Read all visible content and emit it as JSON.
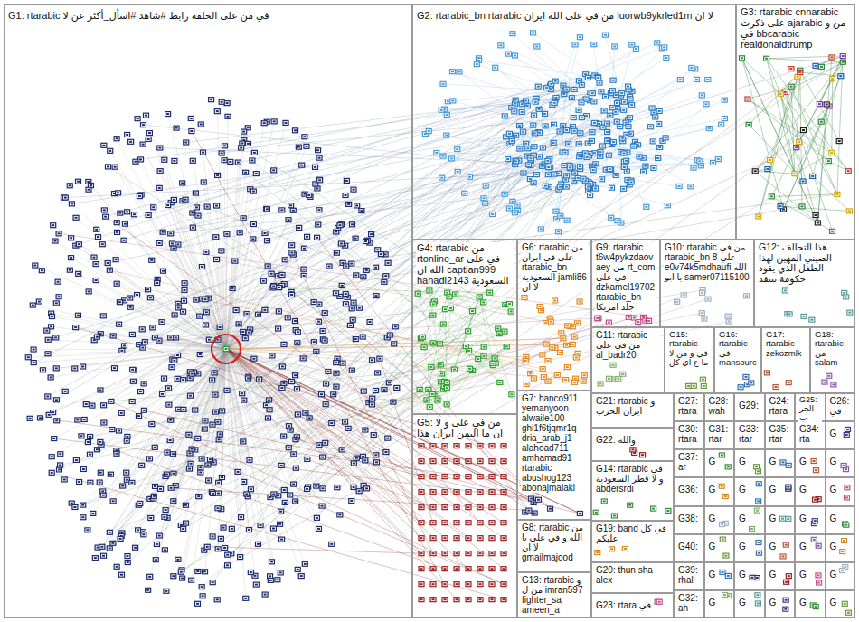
{
  "diagram": {
    "nodes": [
      {
        "text": [
          "G1: rtarabic في من على الحلقة رابط #شاهد #اسأل_أكثر عن لا"
        ]
      },
      {
        "text": [
          "G2: rtarabic_bn rtarabic من في على الله ايران luorwb9ykrled1m لا ان"
        ]
      },
      {
        "text": [
          "G3: rtarabic cnnarabic على ذكرت ajarabic من و في bbcarabic realdonaldtrump"
        ]
      },
      {
        "text": [
          "G4: rtarabic من rtonline_ar في على الله ان captian999 hanadi2143 السعودية"
        ]
      },
      {
        "text": [
          "G5: من في على و لا ان ما اليمن ايران هذا"
        ]
      },
      {
        "text": [
          "G6: rtarabic من على في ايران rtarabic_bn السعودية jamli86 لا ان"
        ]
      },
      {
        "text": [
          "G7: hanco911 yemanyoon alwaile100 ghi1f6tjqmr1q dria_arab_j1 alahoad711 amhamad91 rtarabic abushog123 abonajmalakl"
        ]
      },
      {
        "text": [
          "G8: rtarabic من الله و في على يا لا ان gmailmajood"
        ]
      },
      {
        "text": [
          "G9: rtarabic t6w4pykzdaovaey من rt_com في على dzkamel19702 rtarabic_bn جلد امريكا"
        ]
      },
      {
        "text": [
          "G10: rtarabic من في rtarabic_bn 8 علي e0v74k5mdhaufi الله يا ابو samer07115100"
        ]
      },
      {
        "text": [
          "G11: rtarabic من في على al_badr20"
        ]
      },
      {
        "text": [
          "G12: هذا التحالف الصيني المهين لهذا الطفل الذي يقود حكومة تنتقد"
        ]
      },
      {
        "text": [
          "G13: rtarabic و من ل imran597 fighter_sa ameen_a"
        ]
      },
      {
        "text": [
          "G14: rtarabic في و لا قطر السعودية abdersrdi"
        ]
      },
      {
        "text": [
          "G15: rtarabic في و من لا ما ع اي كل"
        ]
      },
      {
        "text": [
          "G16: rtarabic في mansourc"
        ]
      },
      {
        "text": [
          "G17: rtarabic zekozmlk"
        ]
      },
      {
        "text": [
          "G18: rtarabic من salam"
        ]
      },
      {
        "text": [
          "G19: band في كل عليكم"
        ]
      },
      {
        "text": [
          "G20: thun sha alex"
        ]
      },
      {
        "text": [
          "G21: rtarabic و ايران الحرب"
        ]
      },
      {
        "text": [
          "G22: والله"
        ]
      },
      {
        "text": [
          "G23: rtara في"
        ]
      },
      {
        "text": [
          "G24: rtara"
        ]
      },
      {
        "text": [
          "G25: الحرب"
        ]
      },
      {
        "text": [
          "G26: في"
        ]
      },
      {
        "text": [
          "G27: rtara"
        ]
      },
      {
        "text": [
          "G28: wah"
        ]
      },
      {
        "text": [
          "G29:"
        ]
      },
      {
        "text": [
          "G30: rtara"
        ]
      },
      {
        "text": [
          "G31: rtar"
        ]
      },
      {
        "text": [
          "G32: ah"
        ]
      },
      {
        "text": [
          "G33: rtar"
        ]
      },
      {
        "text": [
          "G34: rta"
        ]
      },
      {
        "text": [
          "G35: rtar"
        ]
      },
      {
        "text": [
          "G36:"
        ]
      },
      {
        "text": [
          "G37: ar"
        ]
      },
      {
        "text": [
          "G38:"
        ]
      },
      {
        "text": [
          "G39: rhal"
        ]
      },
      {
        "text": [
          "G40:"
        ]
      },
      {
        "text": [
          "G"
        ]
      },
      {
        "text": [
          "G"
        ]
      },
      {
        "text": [
          "G"
        ]
      },
      {
        "text": [
          "G"
        ]
      },
      {
        "text": [
          "G"
        ]
      },
      {
        "text": [
          "G"
        ]
      },
      {
        "text": [
          "G"
        ]
      },
      {
        "text": [
          "G"
        ]
      },
      {
        "text": [
          "G"
        ]
      },
      {
        "text": [
          "G"
        ]
      },
      {
        "text": [
          "G"
        ]
      },
      {
        "text": [
          "G"
        ]
      },
      {
        "text": [
          "G"
        ]
      },
      {
        "text": [
          "G"
        ]
      },
      {
        "text": [
          "G"
        ]
      },
      {
        "text": [
          "G"
        ]
      },
      {
        "text": [
          "G"
        ]
      },
      {
        "text": [
          "G"
        ]
      },
      {
        "text": [
          "G"
        ]
      },
      {
        "text": [
          "G"
        ]
      },
      {
        "text": [
          "G"
        ]
      },
      {
        "text": [
          "G"
        ]
      },
      {
        "text": [
          "G"
        ]
      },
      {
        "text": [
          "G"
        ]
      },
      {
        "text": [
          "G"
        ]
      },
      {
        "text": [
          "G"
        ]
      },
      {
        "text": [
          "G"
        ]
      },
      {
        "text": [
          "G"
        ]
      },
      {
        "text": [
          "G"
        ]
      },
      {
        "text": [
          "G"
        ]
      },
      {
        "text": [
          "G"
        ]
      }
    ]
  }
}
